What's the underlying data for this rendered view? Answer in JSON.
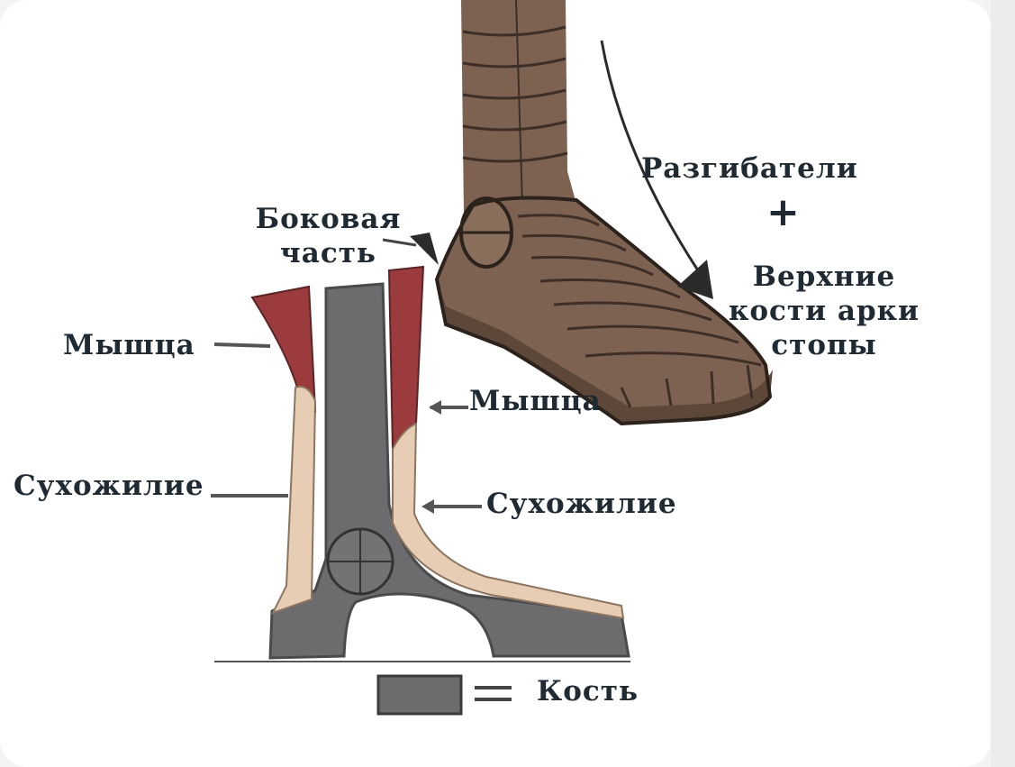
{
  "labels": {
    "side_part_line1": "Боковая",
    "side_part_line2": "часть",
    "extensors": "Разгибатели",
    "plus": "+",
    "upper_bones_line1": "Верхние",
    "upper_bones_line2": "кости арки",
    "upper_bones_line3": "стопы",
    "muscle_left": "Мышца",
    "muscle_right": "Мышца",
    "tendon_left": "Сухожилие",
    "tendon_right": "Сухожилие",
    "bone_legend": "Кость"
  },
  "colors": {
    "background": "#f4f3f1",
    "muscle": "#9b3b3e",
    "tendon": "#e7cdb3",
    "bone": "#6c6c6e",
    "foot_brown": "#7d6251",
    "text": "#1f2a33"
  }
}
